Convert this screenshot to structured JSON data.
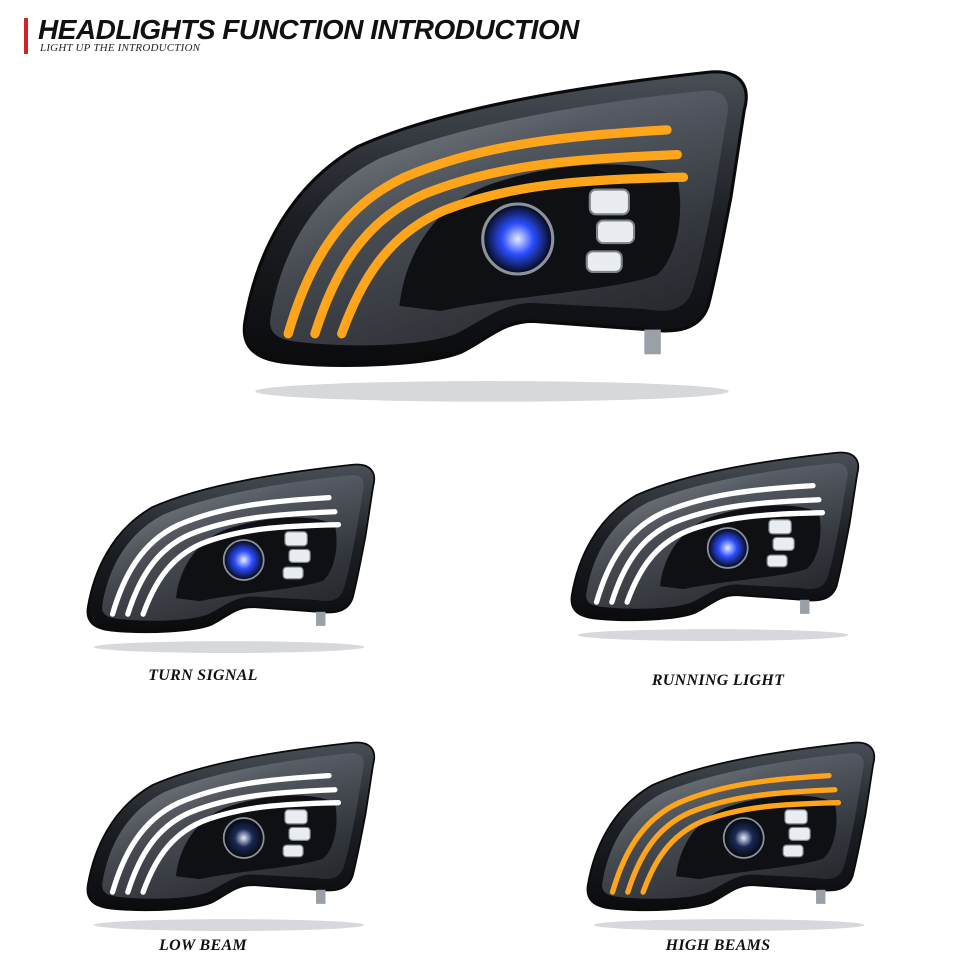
{
  "header": {
    "title": "HEADLIGHTS FUNCTION INTRODUCTION",
    "subtitle": "LIGHT UP THE INTRODUCTION",
    "accent_color": "#d4202a"
  },
  "hero": {
    "mode": "turn-signal",
    "strip_color": "#ffa51c"
  },
  "modes": [
    {
      "label": "TURN SIGNAL",
      "strip_color": "#ffffff",
      "projector_glow": "#2a4dff"
    },
    {
      "label": "RUNNING LIGHT",
      "strip_color": "#ffffff",
      "projector_glow": "#2a4dff"
    },
    {
      "label": "LOW BEAM",
      "strip_color": "#ffffff",
      "projector_glow": "#1a2a55"
    },
    {
      "label": "HIGH BEAMS",
      "strip_color": "#ffa51c",
      "projector_glow": "#1a2a55"
    }
  ]
}
